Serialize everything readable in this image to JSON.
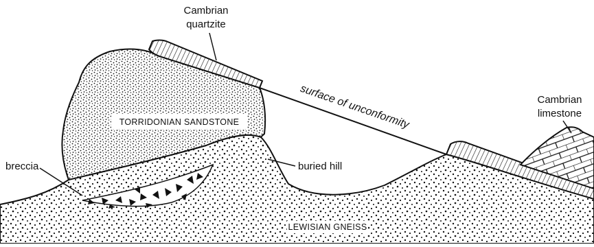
{
  "labels": {
    "cambrian_quartzite_1": "Cambrian",
    "cambrian_quartzite_2": "quartzite",
    "cambrian_limestone_1": "Cambrian",
    "cambrian_limestone_2": "limestone",
    "torridonian_sandstone": "TORRIDONIAN SANDSTONE",
    "surface_of_unconformity": "surface of unconformity",
    "breccia": "breccia",
    "buried_hill": "buried hill",
    "lewisian_gneiss": "LEWISIAN GNEISS"
  },
  "colors": {
    "ink": "#111111",
    "background": "#ffffff"
  }
}
